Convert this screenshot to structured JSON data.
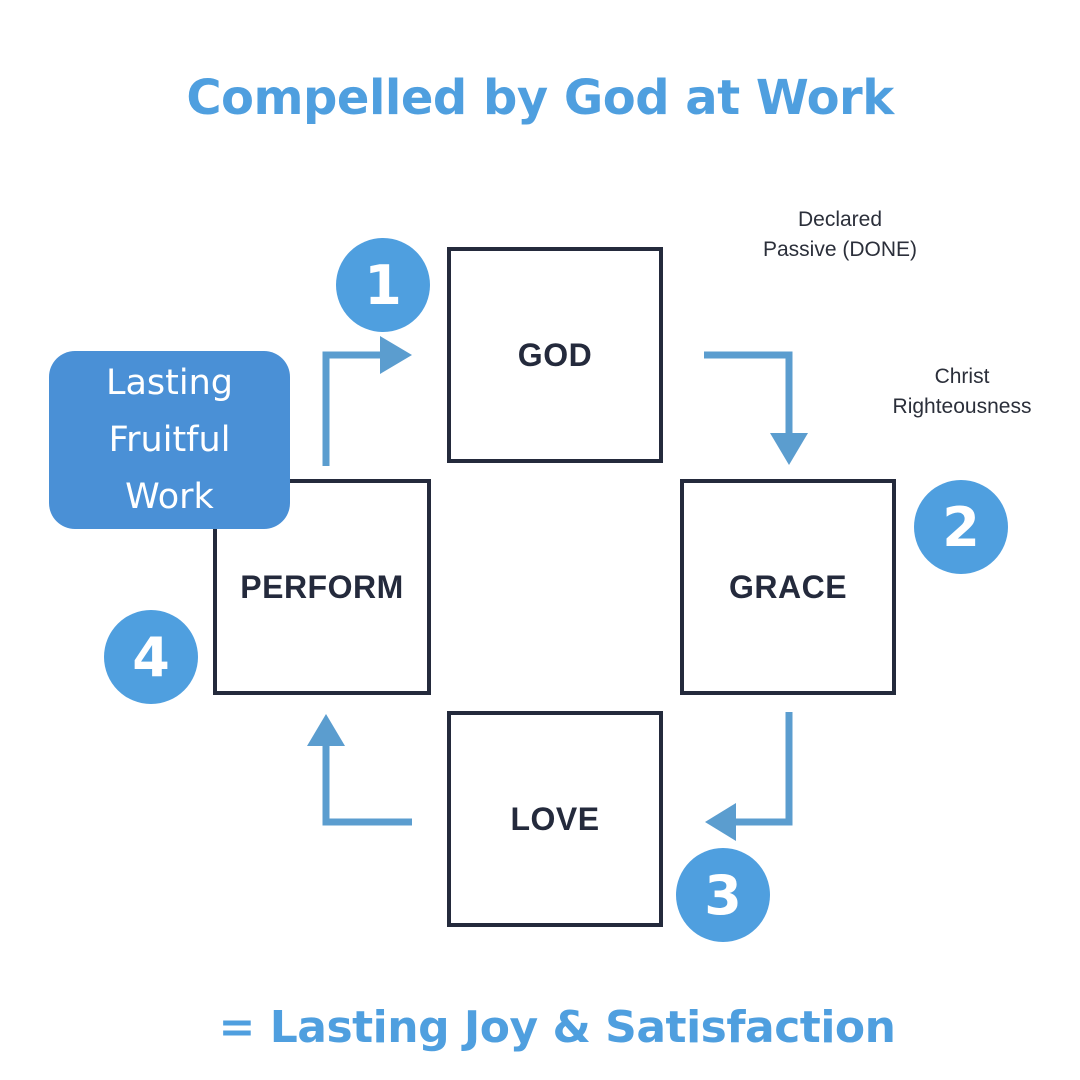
{
  "title": "Compelled by God at Work",
  "footer": "= Lasting Joy & Satisfaction",
  "boxes": {
    "god": "GOD",
    "grace": "GRACE",
    "love": "LOVE",
    "perform": "PERFORM"
  },
  "badges": [
    "1",
    "2",
    "3",
    "4"
  ],
  "notes": {
    "declared": [
      "Declared",
      "Passive (DONE)"
    ],
    "christ": [
      "Christ",
      "Righteousness"
    ]
  },
  "callout": [
    "Lasting",
    "Fruitful",
    "Work"
  ],
  "colors": {
    "accent": "#4f9fdf",
    "arrow": "#5b9dcf",
    "box_border": "#242a3c",
    "callout": "#4a90d6"
  }
}
